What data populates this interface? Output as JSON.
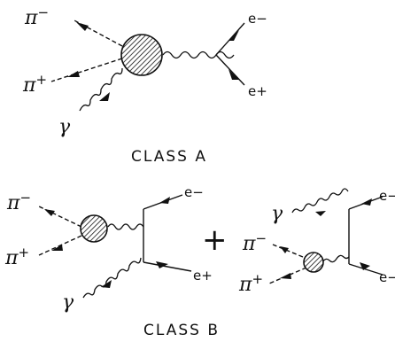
{
  "class_a": {
    "caption": "CLASS A",
    "pi_minus": "π",
    "pi_minus_sup": "−",
    "pi_plus": "π",
    "pi_plus_sup": "+",
    "gamma": "γ",
    "e_minus": "e−",
    "e_plus": "e+"
  },
  "class_b": {
    "caption": "CLASS B",
    "plus_sign": "+",
    "left": {
      "pi_minus": "π",
      "pi_minus_sup": "−",
      "pi_plus": "π",
      "pi_plus_sup": "+",
      "gamma": "γ",
      "e_minus": "e−",
      "e_plus": "e+"
    },
    "right": {
      "gamma": "γ",
      "pi_minus": "π",
      "pi_minus_sup": "−",
      "pi_plus": "π",
      "pi_plus_sup": "+",
      "e_minus": "e−",
      "e_plus": "e−"
    }
  }
}
